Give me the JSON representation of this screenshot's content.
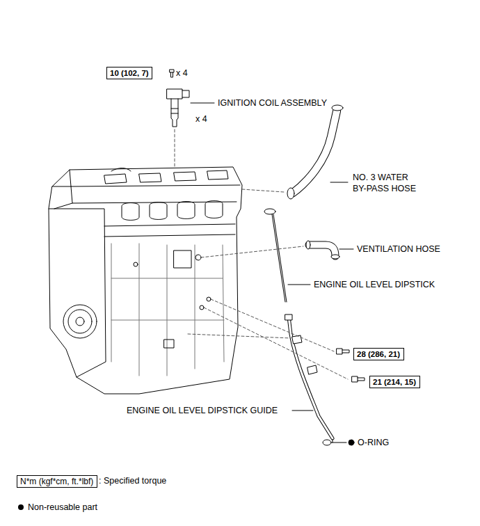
{
  "diagram": {
    "nodes": [
      {
        "text": [
          "10 (102, 7)"
        ]
      },
      {
        "text": [
          "28 (286, 21)"
        ]
      },
      {
        "text": [
          "21 (214, 15)"
        ]
      },
      {
        "text": [
          "N*m (kgf*cm, ft.*lbf)"
        ]
      }
    ],
    "labels": [
      "x 4",
      "IGNITION COIL ASSEMBLY",
      "x 4",
      "NO. 3 WATER BY-PASS HOSE",
      "VENTILATION HOSE",
      "ENGINE OIL LEVEL DIPSTICK",
      "ENGINE OIL LEVEL DIPSTICK GUIDE",
      "O-RING"
    ],
    "legend": [
      {
        "text": ": Specified torque"
      },
      {
        "text": "Non-reusable part"
      }
    ]
  }
}
